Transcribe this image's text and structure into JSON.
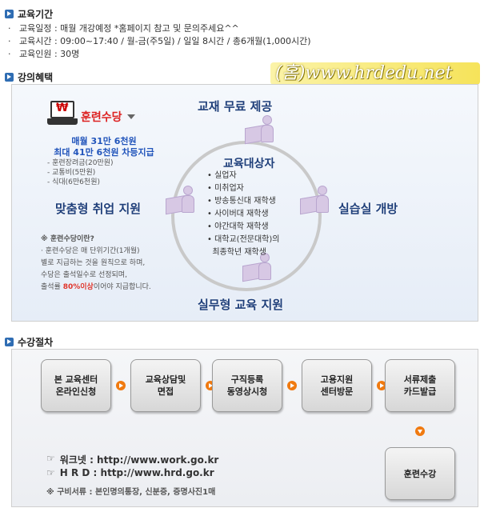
{
  "sections": {
    "period_title": "교육기간",
    "benefit_title": "강의혜택",
    "procedure_title": "수강절차"
  },
  "period": {
    "schedule": "교육일정 : 매월 개강예정 *홈페이지 참고 및 문의주세요^^",
    "hours": "교육시간 : 09:00~17:40 / 월-금(주5일) / 일일 8시간 / 총6개월(1,000시간)",
    "capacity": "교육인원 : 30명"
  },
  "watermark": "(홈)www.hrdedu.net",
  "benefits": {
    "top": "교재 무료 제공",
    "left": "맞춤형 취업 지원",
    "right": "실습실 개방",
    "bottom": "실무형 교육 지원",
    "center_title": "교육대상자",
    "targets": [
      "실업자",
      "미취업자",
      "방송통신대 재학생",
      "사이버대 재학생",
      "야간대학 재학생",
      "대학교(전문대학)의",
      "최종학년 재학생"
    ],
    "allowance_title": "훈련수당",
    "allowance_amount_1": "매월 31만 6천원",
    "allowance_amount_2": "최대 41만 6천원 차등지급",
    "allowance_items": [
      "훈련장려금(20만원)",
      "교통비(5만원)",
      "식대(6만6천원)"
    ],
    "note_title": "※ 훈련수당이란?",
    "note_line1": "· 훈련수당은 매 단위기간(1개월)",
    "note_line2": "별로 지급하는 것을 원칙으로 하며,",
    "note_line3": "수당은 출석일수로 선정되며,",
    "note_line4_a": "출석률 ",
    "note_line4_hl": "80%이상",
    "note_line4_b": "이어야 지급합니다."
  },
  "procedure": {
    "steps": [
      "본 교육센터\n온라인신청",
      "교육상담및\n면접",
      "구직등록\n동영상시청",
      "고용지원\n센터방문",
      "서류제출\n카드발급"
    ],
    "final_step": "훈련수강",
    "worknet_label": "워크넷 : http://www.work.go.kr",
    "hrd_label": "H R D : http://www.hrd.go.kr",
    "docs": "※ 구비서류 : 본인명의통장, 신분증, 증명사진1매"
  }
}
